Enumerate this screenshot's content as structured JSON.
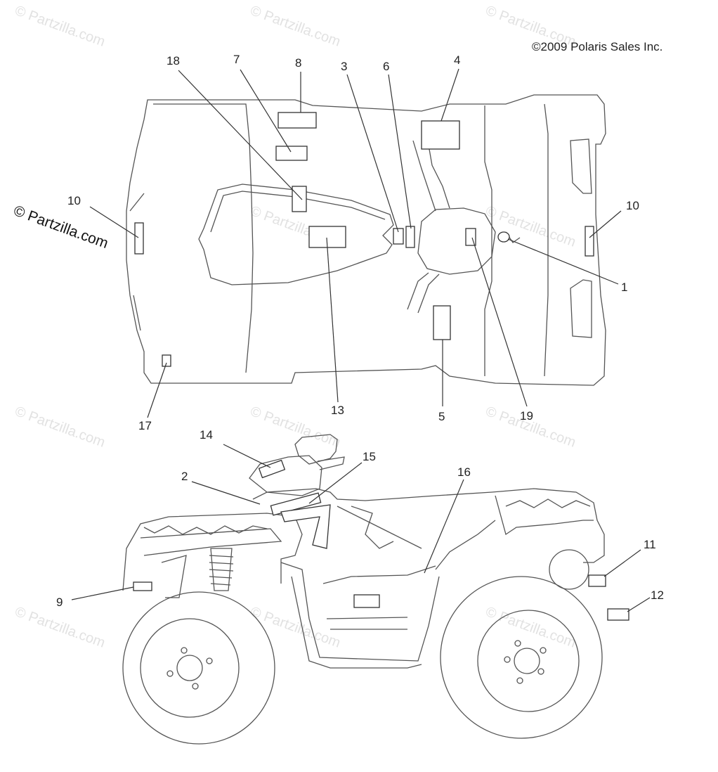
{
  "copyright": "©2009 Polaris Sales Inc.",
  "watermark": "© Partzilla.com",
  "callouts": {
    "c1": "1",
    "c2": "2",
    "c3": "3",
    "c4": "4",
    "c5": "5",
    "c6": "6",
    "c7": "7",
    "c8": "8",
    "c9": "9",
    "c10_left": "10",
    "c10_right": "10",
    "c11": "11",
    "c12": "12",
    "c13": "13",
    "c14": "14",
    "c15": "15",
    "c16": "16",
    "c17": "17",
    "c18": "18",
    "c19": "19"
  }
}
